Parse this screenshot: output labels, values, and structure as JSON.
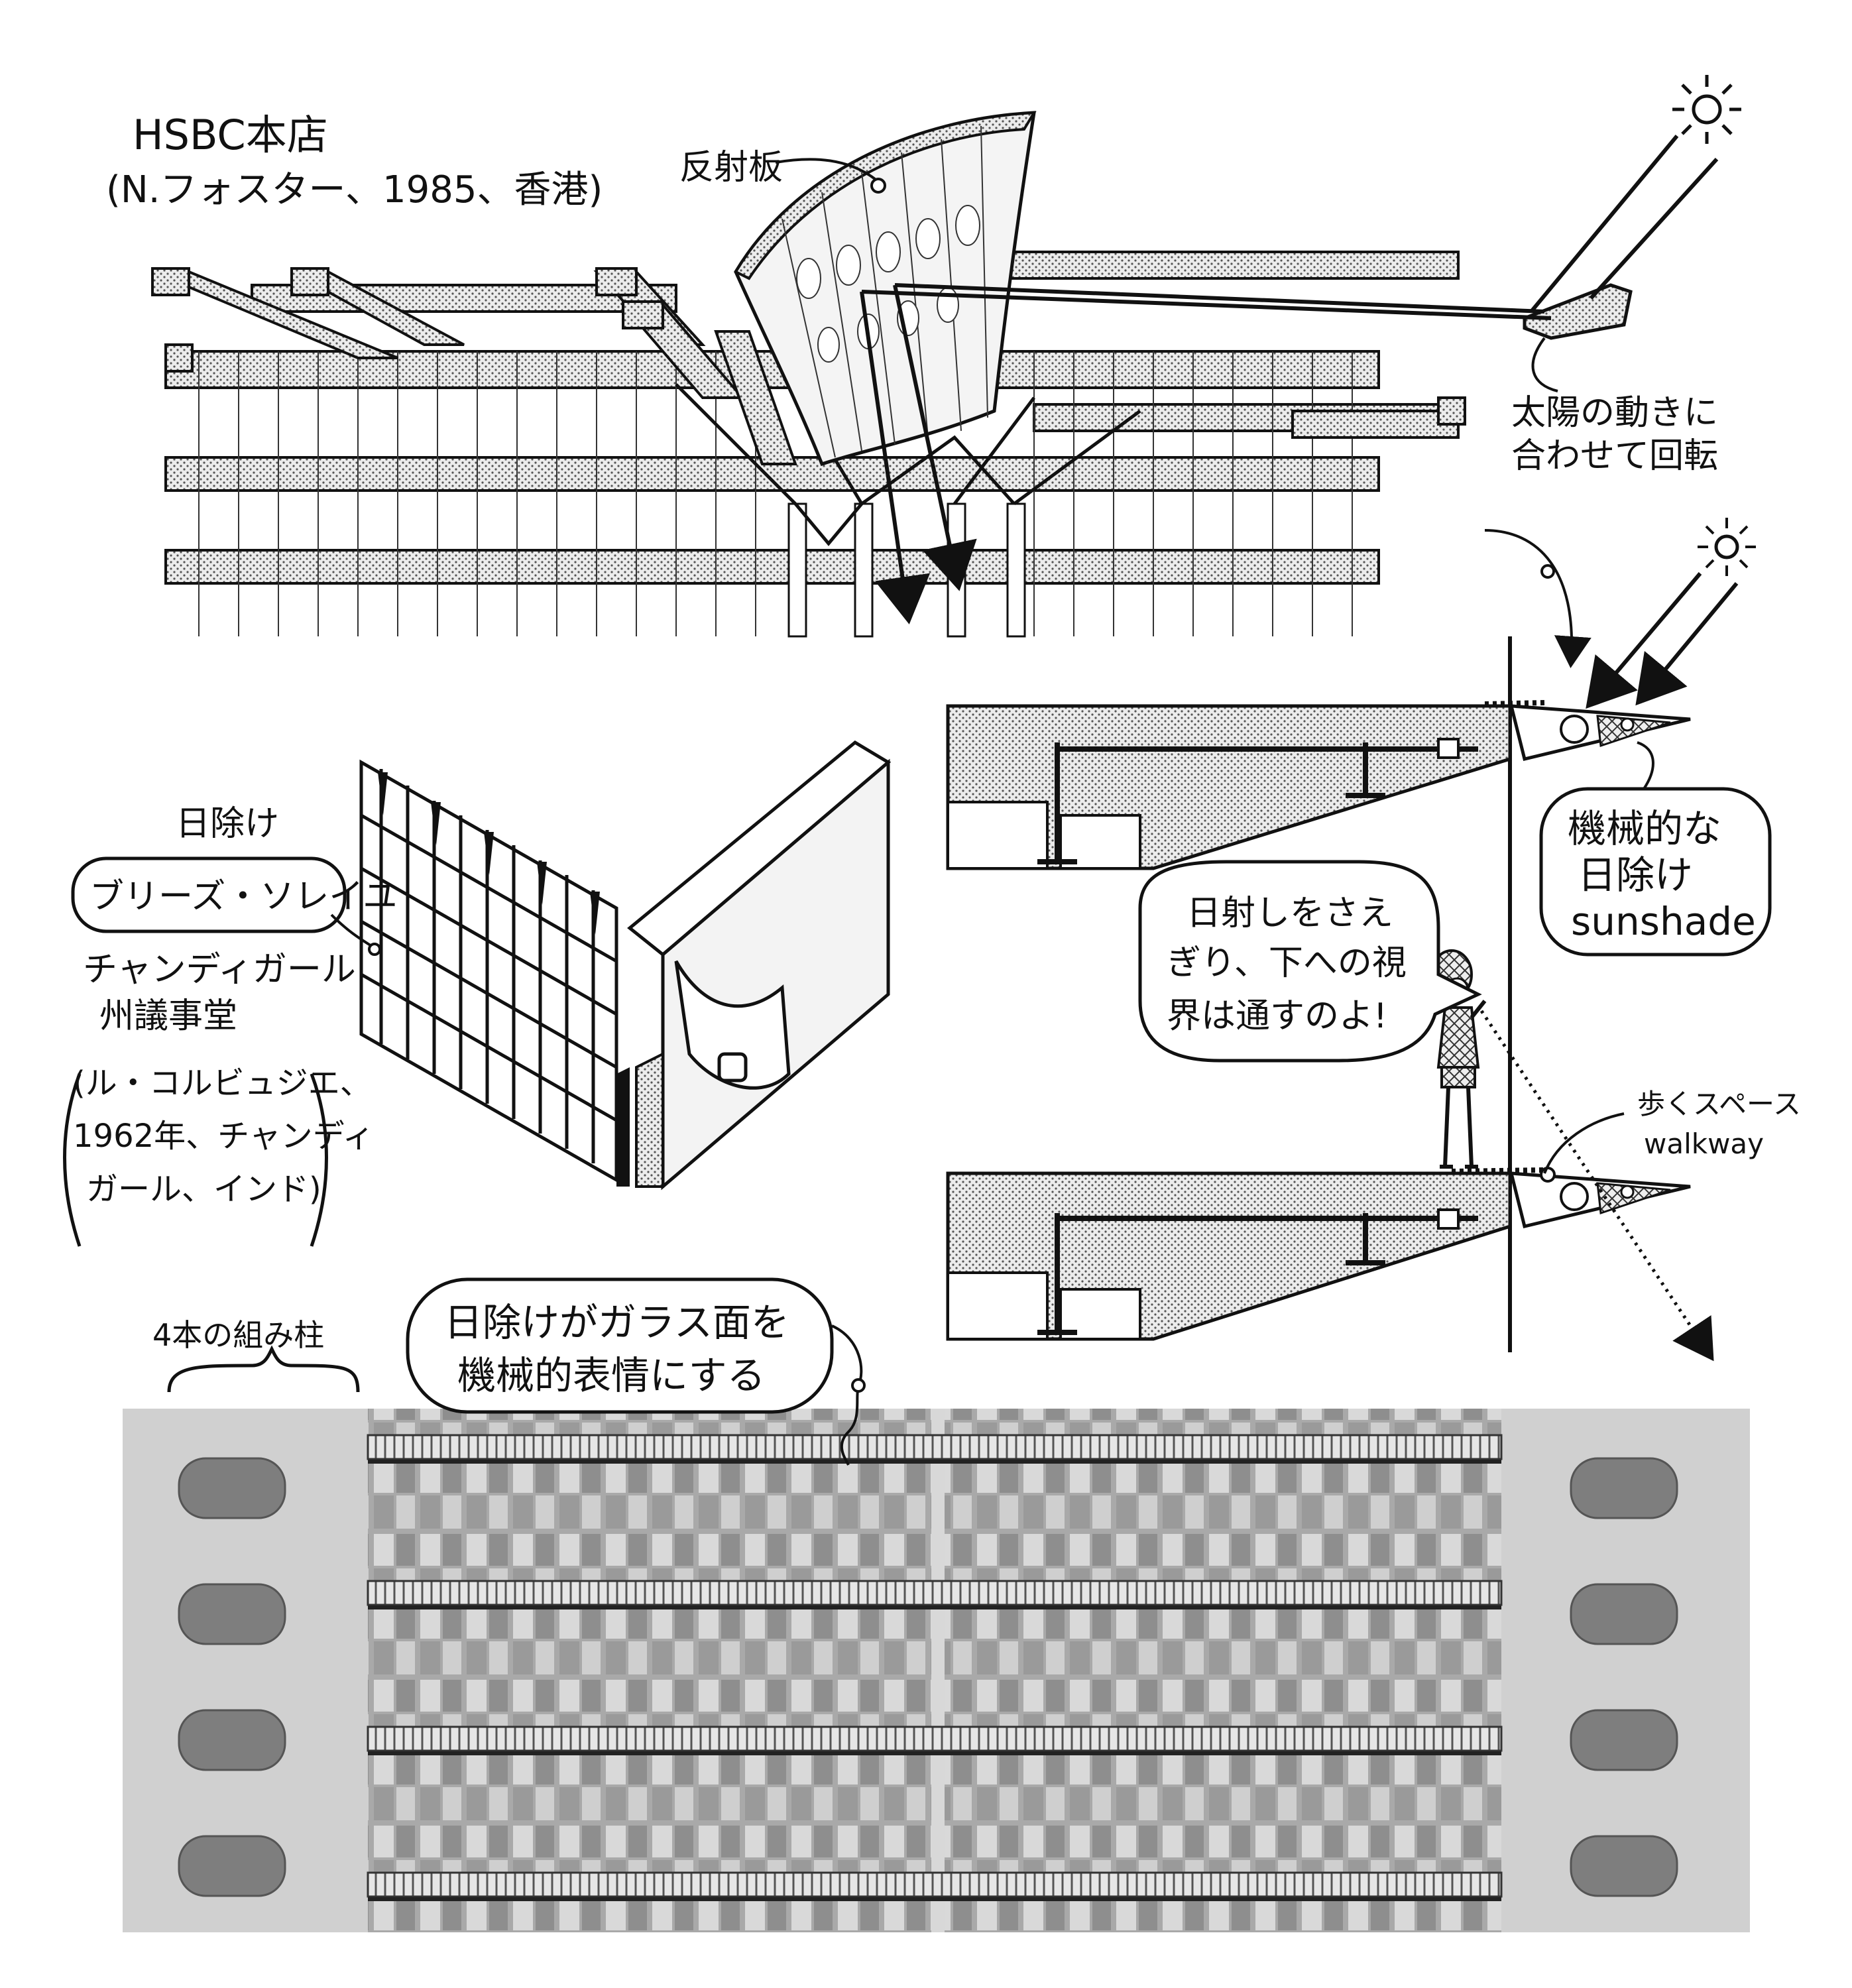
{
  "title": {
    "line1": "HSBC本店",
    "line2": "(N.フォスター、1985、香港)"
  },
  "labels": {
    "reflector": "反射板",
    "rotate_line1": "太陽の動きに",
    "rotate_line2": "合わせて回転",
    "mech_line1": "機械的な",
    "mech_line2": "日除け",
    "mech_line3": "sunshade",
    "speech_line1": "日射しをさえ",
    "speech_line2": "ぎり、下への視",
    "speech_line3": "界は通すのよ!",
    "walk_line1": "歩くスペース",
    "walk_line2": "walkway",
    "sunshade_heading": "日除け",
    "brise_soleil": "ブリーズ・ソレイユ",
    "chandigarh_line1": "チャンディガール",
    "chandigarh_line2": "州議事堂",
    "chandigarh_line3": "(ル・コルビュジエ、",
    "chandigarh_line4": "1962年、チャンディ",
    "chandigarh_line5": "ガール、インド)",
    "columns": "4本の組み柱",
    "bubble_line1": "日除けがガラス面を",
    "bubble_line2": "機械的表情にする"
  },
  "colors": {
    "ink": "#111111",
    "screen": "#d6d6d6",
    "photo_bg": "#bdbdbd",
    "glass_dark": "#8a8a8a",
    "glass_light": "#e4e4e4",
    "column": "#cfcfcf"
  },
  "icons": [
    "sun-icon",
    "sun-icon-small",
    "person-figure"
  ]
}
